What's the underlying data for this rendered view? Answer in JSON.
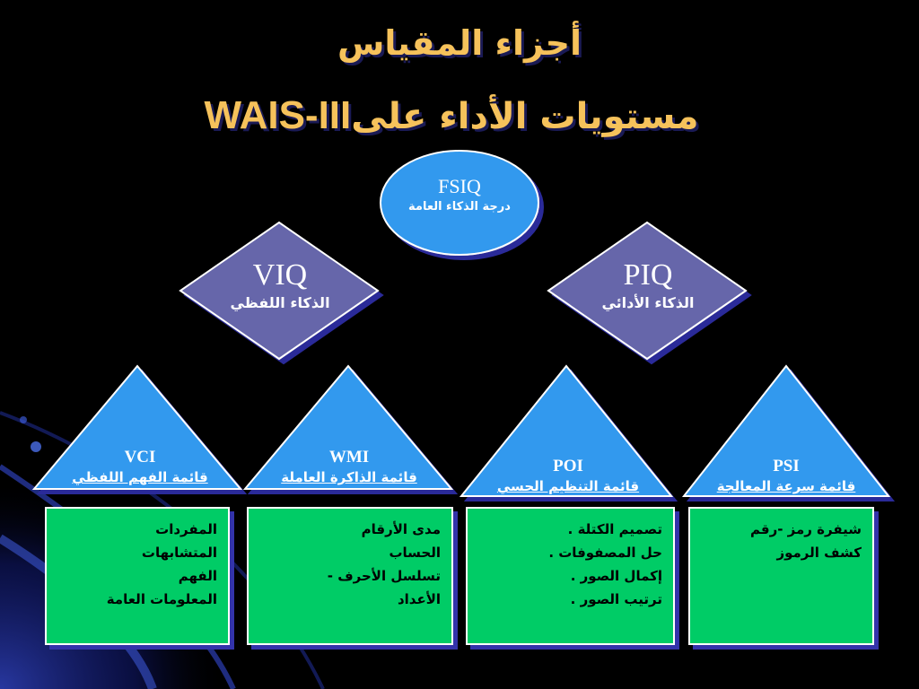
{
  "title": {
    "line1": "أجزاء المقياس",
    "line2_ar": "مستويات الأداء على",
    "line2_en": "WAIS-III"
  },
  "colors": {
    "background": "#000000",
    "title": "#f6c25b",
    "node_blue": "#3399ee",
    "node_purple": "#6666aa",
    "box_green": "#00cc66",
    "shadow": "#3333aa"
  },
  "nodes": {
    "fsiq": {
      "code": "FSIQ",
      "label": "درجة الذكاء العامة"
    },
    "viq": {
      "code": "VIQ",
      "label": "الذكاء اللفظي"
    },
    "piq": {
      "code": "PIQ",
      "label": "الذكاء الأدائي"
    },
    "vci": {
      "code": "VCI",
      "label": "قائمة الفهم اللفظي"
    },
    "wmi": {
      "code": "WMI",
      "label": "قائمة الذاكرة العاملة"
    },
    "poi": {
      "code": "POI",
      "label": "قائمة التنظيم الحسي"
    },
    "psi": {
      "code": "PSI",
      "label": "قائمة سرعة المعالجة"
    }
  },
  "boxes": {
    "vci": [
      "المفردات",
      "المتشابهات",
      "الفهم",
      "المعلومات العامة"
    ],
    "wmi": [
      "مدى الأرقام",
      "الحساب",
      "تسلسل الأحرف -",
      "الأعداد"
    ],
    "poi": [
      "تصميم الكتلة .",
      "حل المصفوفات .",
      "إكمال الصور .",
      "ترتيب الصور ."
    ],
    "psi": [
      "شيفرة رمز -رقم",
      "كشف الرموز"
    ]
  }
}
